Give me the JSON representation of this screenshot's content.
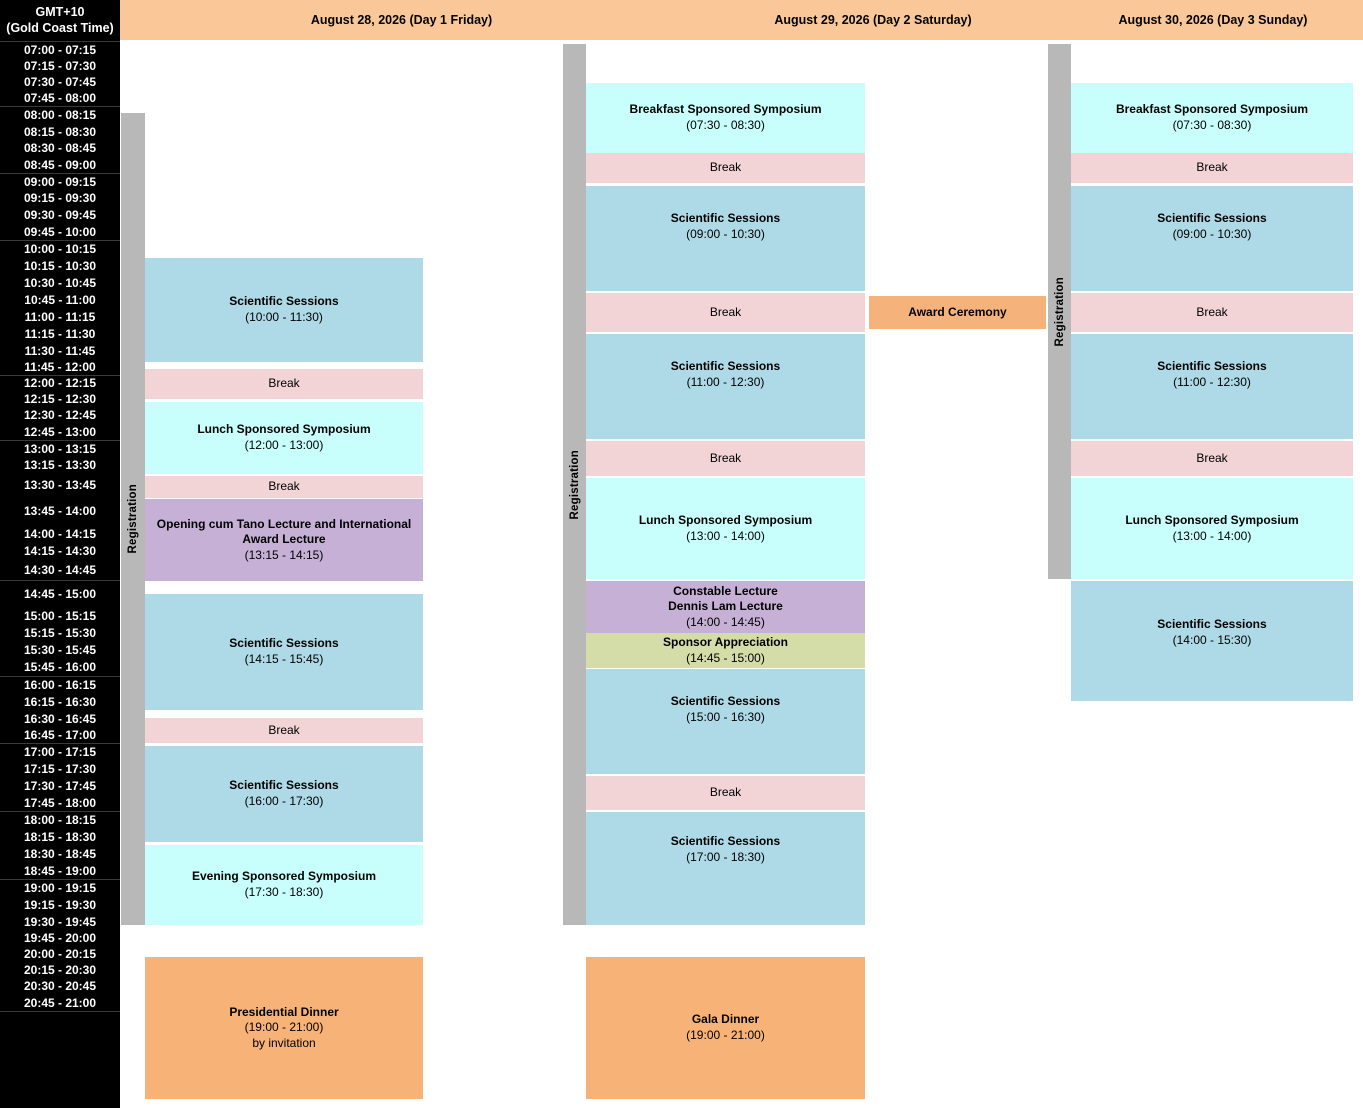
{
  "timezone": {
    "line1": "GMT+10",
    "line2": "(Gold Coast Time)"
  },
  "colors": {
    "header_bar": "#fac898",
    "scientific": "#aed9e6",
    "break": "#f2d3d6",
    "symposium": "#c8fffc",
    "lecture": "#c6b0d6",
    "sponsor_appreciation": "#d4dda8",
    "dinner": "#f7b377",
    "award": "#f5b27a",
    "registration": "#b8b8b8",
    "time_column_bg": "#000000",
    "time_column_text": "#ffffff"
  },
  "time_slots": [
    "07:00 - 07:15",
    "07:15 - 07:30",
    "07:30 - 07:45",
    "07:45 - 08:00",
    "08:00 - 08:15",
    "08:15 - 08:30",
    "08:30 - 08:45",
    "08:45 - 09:00",
    "09:00 - 09:15",
    "09:15 - 09:30",
    "09:30 - 09:45",
    "09:45 - 10:00",
    "10:00 - 10:15",
    "10:15 - 10:30",
    "10:30 - 10:45",
    "10:45 - 11:00",
    "11:00 - 11:15",
    "11:15 - 11:30",
    "11:30 - 11:45",
    "11:45 - 12:00",
    "12:00 - 12:15",
    "12:15 - 12:30",
    "12:30 - 12:45",
    "12:45 - 13:00",
    "13:00 - 13:15",
    "13:15 - 13:30",
    "13:30 - 13:45",
    "13:45 - 14:00",
    "14:00 - 14:15",
    "14:15 - 14:30",
    "14:30 - 14:45",
    "14:45 - 15:00",
    "15:00 - 15:15",
    "15:15 - 15:30",
    "15:30 - 15:45",
    "15:45 - 16:00",
    "16:00 - 16:15",
    "16:15 - 16:30",
    "16:30 - 16:45",
    "16:45 - 17:00",
    "17:00 - 17:15",
    "17:15 - 17:30",
    "17:30 - 17:45",
    "17:45 - 18:00",
    "18:00 - 18:15",
    "18:15 - 18:30",
    "18:30 - 18:45",
    "18:45 - 19:00",
    "19:00 - 19:15",
    "19:15 - 19:30",
    "19:30 - 19:45",
    "19:45 - 20:00",
    "20:00 - 20:15",
    "20:15 - 20:30",
    "20:30 - 20:45",
    "20:45 - 21:00"
  ],
  "days": [
    {
      "header": "August 28, 2026 (Day 1 Friday)",
      "registration_label": "Registration",
      "blocks": [
        {
          "title": "Scientific Sessions",
          "time": "(10:00 - 11:30)",
          "note": "",
          "type": "scientific"
        },
        {
          "title": "Break",
          "time": "",
          "note": "",
          "type": "break"
        },
        {
          "title": "Lunch Sponsored Symposium",
          "time": "(12:00 - 13:00)",
          "note": "",
          "type": "symposium"
        },
        {
          "title": "Break",
          "time": "",
          "note": "",
          "type": "break"
        },
        {
          "title": "Opening cum Tano Lecture and International Award Lecture",
          "time": "(13:15 - 14:15)",
          "note": "",
          "type": "lecture"
        },
        {
          "title": "Scientific Sessions",
          "time": "(14:15 - 15:45)",
          "note": "",
          "type": "scientific"
        },
        {
          "title": "Break",
          "time": "",
          "note": "",
          "type": "break"
        },
        {
          "title": "Scientific Sessions",
          "time": "(16:00 - 17:30)",
          "note": "",
          "type": "scientific"
        },
        {
          "title": "Evening Sponsored Symposium",
          "time": "(17:30 - 18:30)",
          "note": "",
          "type": "symposium"
        },
        {
          "title": "Presidential Dinner",
          "time": "(19:00 - 21:00)",
          "note": "by invitation",
          "type": "dinner"
        }
      ]
    },
    {
      "header": "August 29, 2026 (Day 2 Saturday)",
      "registration_label": "Registration",
      "blocks": [
        {
          "title": "Breakfast Sponsored Symposium",
          "time": "(07:30 - 08:30)",
          "note": "",
          "type": "symposium"
        },
        {
          "title": "Break",
          "time": "",
          "note": "",
          "type": "break"
        },
        {
          "title": "Scientific Sessions",
          "time": "(09:00 - 10:30)",
          "note": "",
          "type": "scientific"
        },
        {
          "title": "Break",
          "time": "",
          "note": "",
          "type": "break"
        },
        {
          "title": "Scientific Sessions",
          "time": "(11:00 - 12:30)",
          "note": "",
          "type": "scientific"
        },
        {
          "title": "Break",
          "time": "",
          "note": "",
          "type": "break"
        },
        {
          "title": "Lunch Sponsored Symposium",
          "time": "(13:00 - 14:00)",
          "note": "",
          "type": "symposium"
        },
        {
          "title": "Constable Lecture",
          "title2": "Dennis Lam Lecture",
          "time": "(14:00 - 14:45)",
          "note": "",
          "type": "lecture"
        },
        {
          "title": "Sponsor Appreciation",
          "time": "(14:45 - 15:00)",
          "note": "",
          "type": "sponsor"
        },
        {
          "title": "Scientific Sessions",
          "time": "(15:00 - 16:30)",
          "note": "",
          "type": "scientific"
        },
        {
          "title": "Break",
          "time": "",
          "note": "",
          "type": "break"
        },
        {
          "title": "Scientific Sessions",
          "time": "(17:00 - 18:30)",
          "note": "",
          "type": "scientific"
        },
        {
          "title": "Gala Dinner",
          "time": "(19:00 - 21:00)",
          "note": "",
          "type": "dinner"
        }
      ]
    },
    {
      "header": "August 30, 2026 (Day 3 Sunday)",
      "registration_label": "Registration",
      "blocks": [
        {
          "title": "Breakfast Sponsored Symposium",
          "time": "(07:30 - 08:30)",
          "note": "",
          "type": "symposium"
        },
        {
          "title": "Break",
          "time": "",
          "note": "",
          "type": "break"
        },
        {
          "title": "Scientific Sessions",
          "time": "(09:00 - 10:30)",
          "note": "",
          "type": "scientific"
        },
        {
          "title": "Break",
          "time": "",
          "note": "",
          "type": "break"
        },
        {
          "title": "Scientific Sessions",
          "time": "(11:00 - 12:30)",
          "note": "",
          "type": "scientific"
        },
        {
          "title": "Break",
          "time": "",
          "note": "",
          "type": "break"
        },
        {
          "title": "Lunch Sponsored Symposium",
          "time": "(13:00 - 14:00)",
          "note": "",
          "type": "symposium"
        },
        {
          "title": "Scientific Sessions",
          "time": "(14:00 - 15:30)",
          "note": "",
          "type": "scientific"
        }
      ]
    }
  ],
  "award_ceremony": {
    "title": "Award Ceremony"
  }
}
